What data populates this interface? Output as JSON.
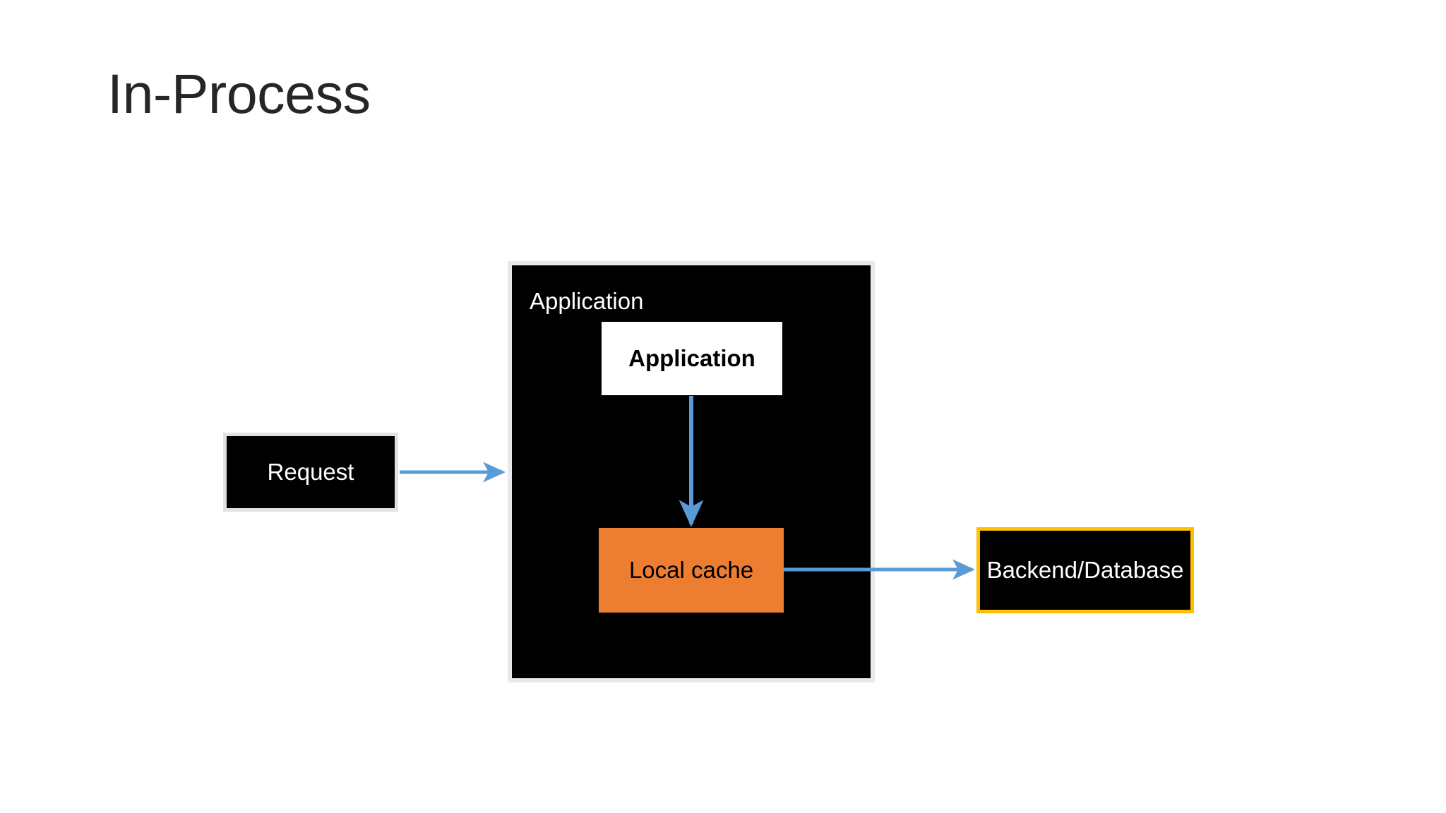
{
  "slide": {
    "title": "In-Process",
    "background_color": "#FFFFFF",
    "title_color": "#262626"
  },
  "diagram": {
    "type": "block-diagram",
    "colors": {
      "node_black": "#000000",
      "node_white": "#FFFFFF",
      "cache_orange": "#ED7D31",
      "backend_border_gold": "#FFC000",
      "container_border_gray": "#E9E9E9",
      "arrow_blue": "#5B9BD5"
    },
    "nodes": [
      {
        "id": "request",
        "label": "Request",
        "fill": "#000000",
        "border": "#E2E2E2",
        "text_color": "#FFFFFF"
      },
      {
        "id": "app-container",
        "label": "Application",
        "fill": "#000000",
        "border": "#E9E9E9",
        "text_color": "#FFFFFF",
        "role": "container"
      },
      {
        "id": "application",
        "label": "Application",
        "fill": "#FFFFFF",
        "text_color": "#000000",
        "bold": true
      },
      {
        "id": "local-cache",
        "label": "Local cache",
        "fill": "#ED7D31",
        "text_color": "#000000"
      },
      {
        "id": "backend",
        "label": "Backend/Database",
        "fill": "#000000",
        "border": "#FFC000",
        "text_color": "#FFFFFF"
      }
    ],
    "edges": [
      {
        "id": "request-to-app",
        "from": "request",
        "to": "app-container",
        "direction": "right",
        "color": "#5B9BD5"
      },
      {
        "id": "app-to-cache",
        "from": "application",
        "to": "local-cache",
        "direction": "down",
        "color": "#5B9BD5"
      },
      {
        "id": "cache-to-backend",
        "from": "local-cache",
        "to": "backend",
        "direction": "right",
        "color": "#5B9BD5"
      }
    ]
  }
}
